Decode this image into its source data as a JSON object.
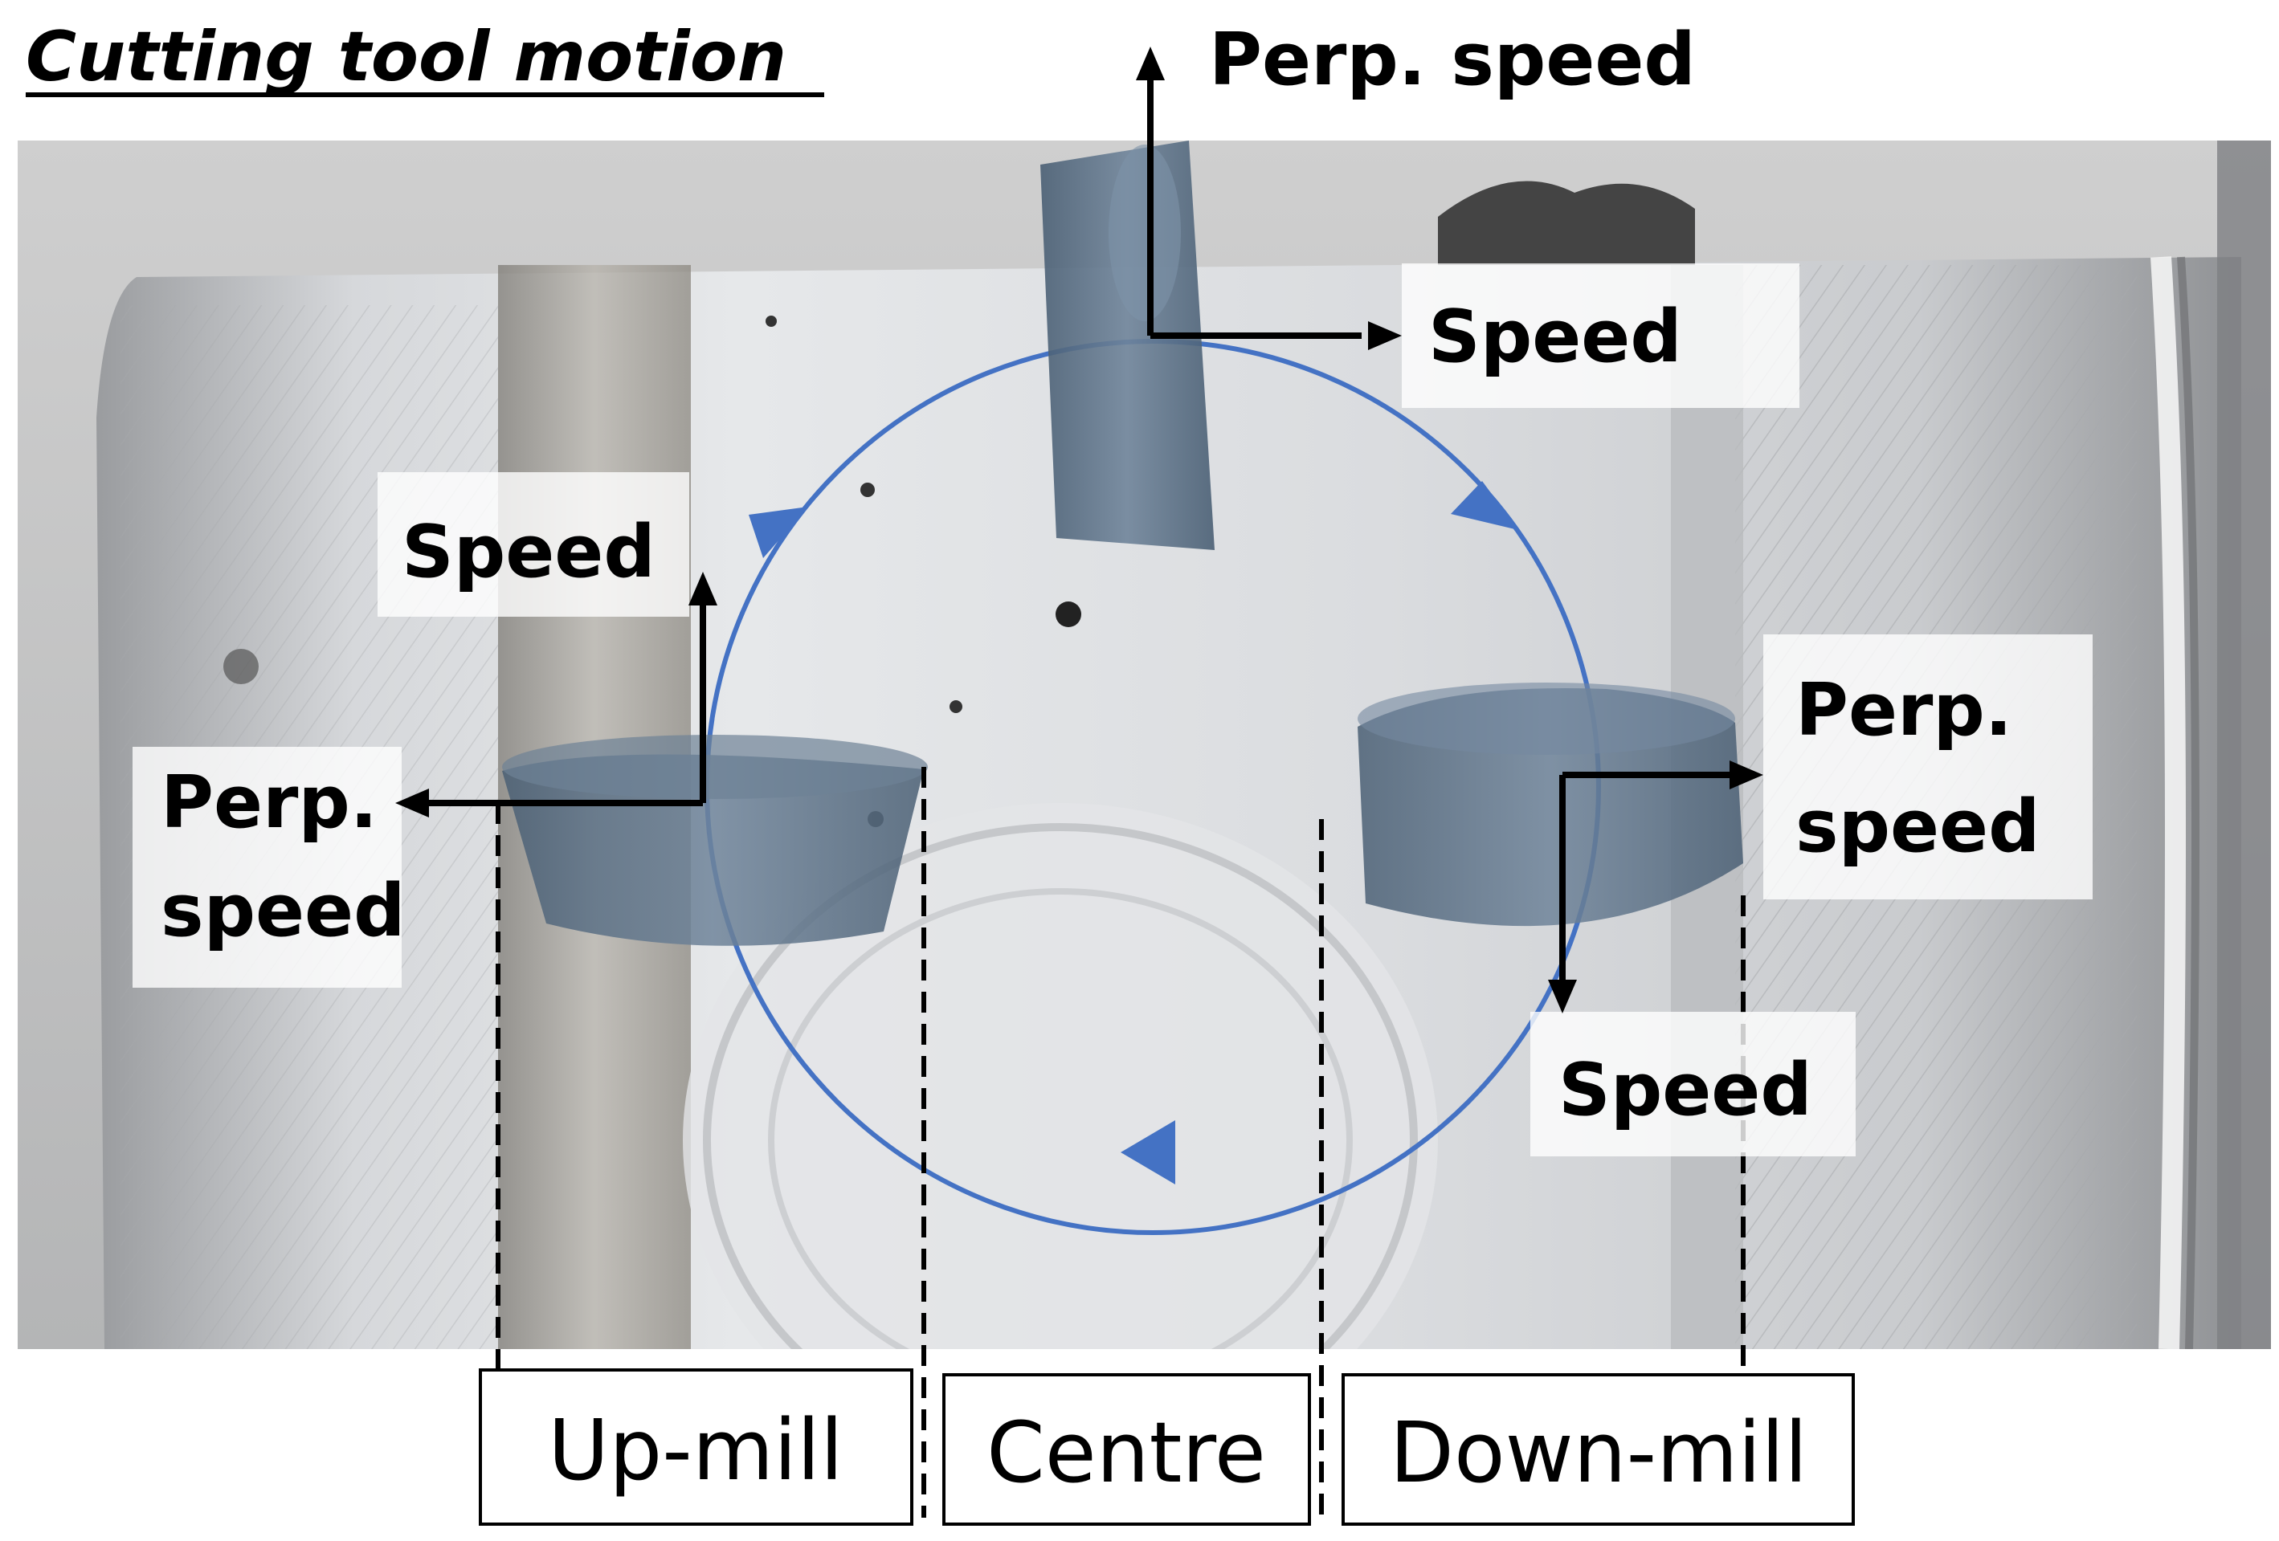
{
  "title": "Cutting tool motion",
  "labels": {
    "top_perp_speed": "Perp. speed",
    "top_speed": "Speed",
    "left_speed": "Speed",
    "left_perp_line1": "Perp.",
    "left_perp_line2": "speed",
    "right_perp_line1": "Perp.",
    "right_perp_line2": "speed",
    "right_speed": "Speed"
  },
  "regions": {
    "up_mill": "Up-mill",
    "centre": "Centre",
    "down_mill": "Down-mill"
  },
  "colors": {
    "rotation_circle": "#4472c4",
    "insert_fill": "#4d6378",
    "arrow": "#000000",
    "label_bg": "#ffffff",
    "workpiece": "#c8cbce"
  }
}
